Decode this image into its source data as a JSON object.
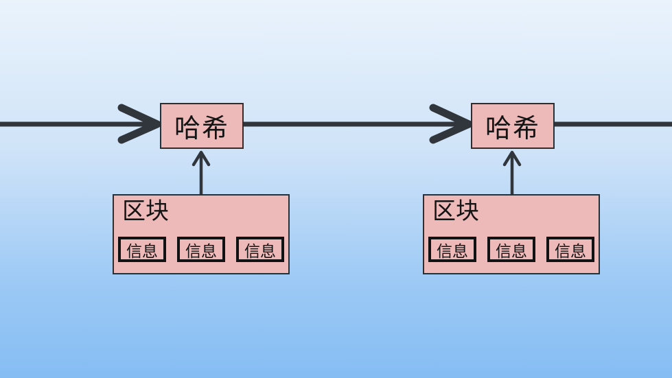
{
  "diagram": {
    "type": "blockchain-hash-chain",
    "colors": {
      "background_top": "#eaf3fc",
      "background_bottom": "#85bdf3",
      "box_fill": "#eeb9b9",
      "box_border": "#2b2e33",
      "arrow_line": "#31353c",
      "info_border": "#111214",
      "text": "#141414"
    },
    "nodes": [
      {
        "hash_label": "哈希",
        "block_label": "区块",
        "info_items": [
          "信息",
          "信息",
          "信息"
        ]
      },
      {
        "hash_label": "哈希",
        "block_label": "区块",
        "info_items": [
          "信息",
          "信息",
          "信息"
        ]
      }
    ]
  }
}
